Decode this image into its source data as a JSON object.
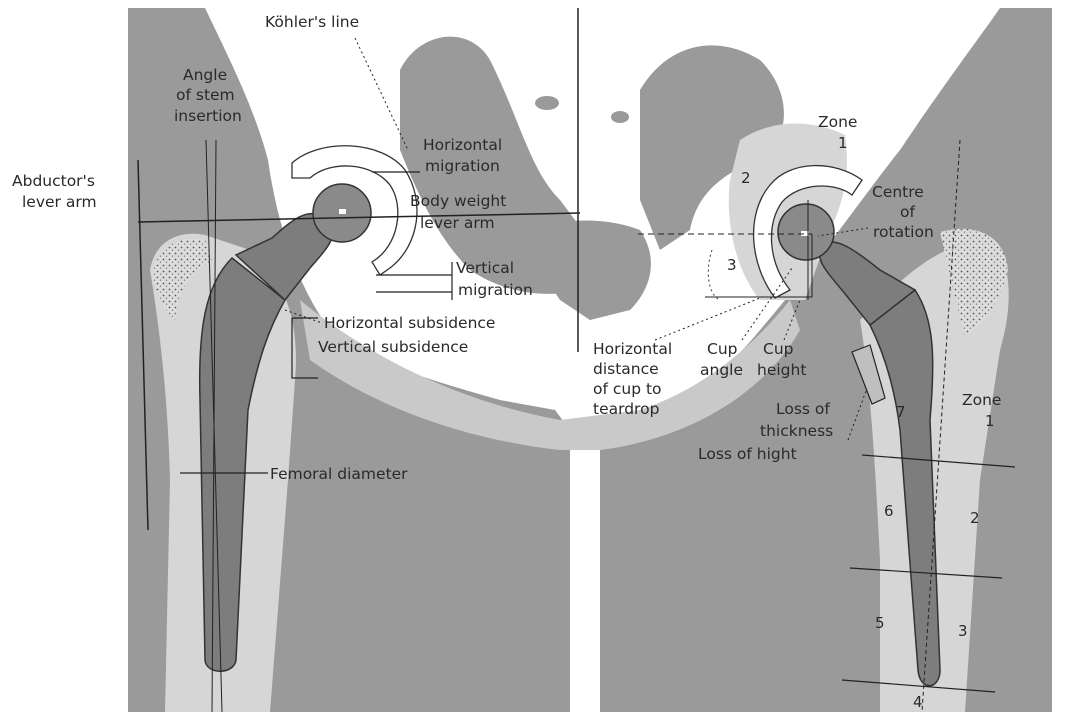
{
  "labels": {
    "kohlers_line": "Köhler's line",
    "angle_stem_1": "Angle",
    "angle_stem_2": "of stem",
    "angle_stem_3": "insertion",
    "abductor_1": "Abductor's",
    "abductor_2": "lever arm",
    "horiz_migration_1": "Horizontal",
    "horiz_migration_2": "migration",
    "body_weight_1": "Body weight",
    "body_weight_2": "lever arm",
    "vert_migration_1": "Vertical",
    "vert_migration_2": "migration",
    "horiz_subsidence": "Horizontal subsidence",
    "vert_subsidence": "Vertical subsidence",
    "femoral_diameter": "Femoral diameter",
    "horiz_distance_1": "Horizontal",
    "horiz_distance_2": "distance",
    "horiz_distance_3": "of cup to",
    "horiz_distance_4": "teardrop",
    "cup_angle_1": "Cup",
    "cup_angle_2": "angle",
    "cup_height_1": "Cup",
    "cup_height_2": "height",
    "loss_thickness_1": "Loss of",
    "loss_thickness_2": "thickness",
    "loss_hight": "Loss of hight",
    "centre_rotation_1": "Centre",
    "centre_rotation_2": "of",
    "centre_rotation_3": "rotation",
    "acetabular_zone_title": "Zone",
    "acetabular_zone_1": "1",
    "acetabular_zone_2": "2",
    "acetabular_zone_3": "3",
    "femoral_zone_title": "Zone",
    "femoral_zone_1": "1",
    "femoral_zone_2": "2",
    "femoral_zone_3": "3",
    "femoral_zone_4": "4",
    "femoral_zone_5": "5",
    "femoral_zone_6": "6",
    "femoral_zone_7": "7"
  },
  "colors": {
    "soft_tissue": "#9a9a9a",
    "bone": "#d6d6d6",
    "prosthesis": "#7d7d7d",
    "line": "#222222"
  }
}
